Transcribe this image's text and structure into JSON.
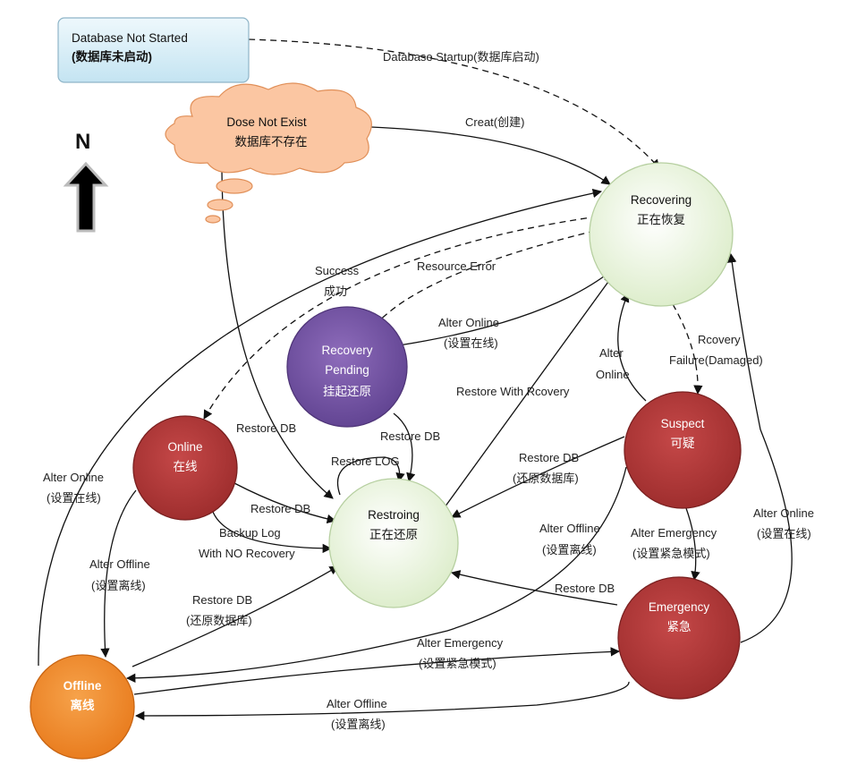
{
  "north_label": "N",
  "nodes": {
    "not_started": {
      "line1": "Database    Not    Started",
      "line2": "(数据库未启动)"
    },
    "not_exist": {
      "line1": "Dose     Not Exist",
      "line2": "数据库不存在"
    },
    "recovering": {
      "line1": "Recovering",
      "line2": "正在恢复"
    },
    "recovery_pending": {
      "line1": "Recovery",
      "line2": "Pending",
      "line3": "挂起还原"
    },
    "online": {
      "line1": "Online",
      "line2": "在线"
    },
    "restoring": {
      "line1": "Restroing",
      "line2": "正在还原"
    },
    "suspect": {
      "line1": "Suspect",
      "line2": "可疑"
    },
    "emergency": {
      "line1": "Emergency",
      "line2": "紧急"
    },
    "offline": {
      "line1": "Offline",
      "line2": "离线"
    }
  },
  "colors": {
    "recovering": "#eef6e4",
    "restoring": "#eef6e4",
    "recovery_pending": "#7b5aa6",
    "red_state": "#b83a3a",
    "offline": "#f08c2e",
    "cloud": "#fbc7a4",
    "start_box": "#d7eef8"
  },
  "labels": {
    "startup": "Database    Startup(数据库启动)",
    "creat": "Creat(创建)",
    "success_en": "Success",
    "success_cn": "成功",
    "resource_error": "Resource Error",
    "alter_online_pending_en": "Alter Online",
    "alter_online_pending_cn": "(设置在线)",
    "restore_with_recovery": "Restore With Rcovery",
    "alter_online_suspect_en1": "Alter",
    "alter_online_suspect_en2": "Online",
    "recovery_failure_en1": "Rcovery",
    "recovery_failure_en2": "Failure(Damaged)",
    "restore_db_not_exist": "Restore DB",
    "restore_db_pending": "Restore DB",
    "restore_log": "Restore LOG",
    "alter_online_left_en": "Alter Online",
    "alter_online_left_cn": "(设置在线)",
    "restore_db_online": "Restore DB",
    "backup_log_en1": "Backup Log",
    "backup_log_en2": "With NO Recovery",
    "alter_offline_online_en": "Alter Offline",
    "alter_offline_online_cn": "(设置离线)",
    "restore_db_offline_en": "Restore DB",
    "restore_db_offline_cn": "(还原数据库)",
    "restore_db_suspect_en": "Restore DB",
    "restore_db_suspect_cn": "(还原数据库)",
    "alter_offline_suspect_en": "Alter Offline",
    "alter_offline_suspect_cn": "(设置离线)",
    "alter_emergency_suspect_en": "Alter Emergency",
    "alter_emergency_suspect_cn": "(设置紧急模式)",
    "alter_online_emergency_en": "Alter Online",
    "alter_online_emergency_cn": "(设置在线)",
    "restore_db_emergency": "Restore DB",
    "alter_emergency_offline_en": "Alter Emergency",
    "alter_emergency_offline_cn": "(设置紧急模式)",
    "alter_offline_emergency_en": "Alter Offline",
    "alter_offline_emergency_cn": "(设置离线)"
  }
}
